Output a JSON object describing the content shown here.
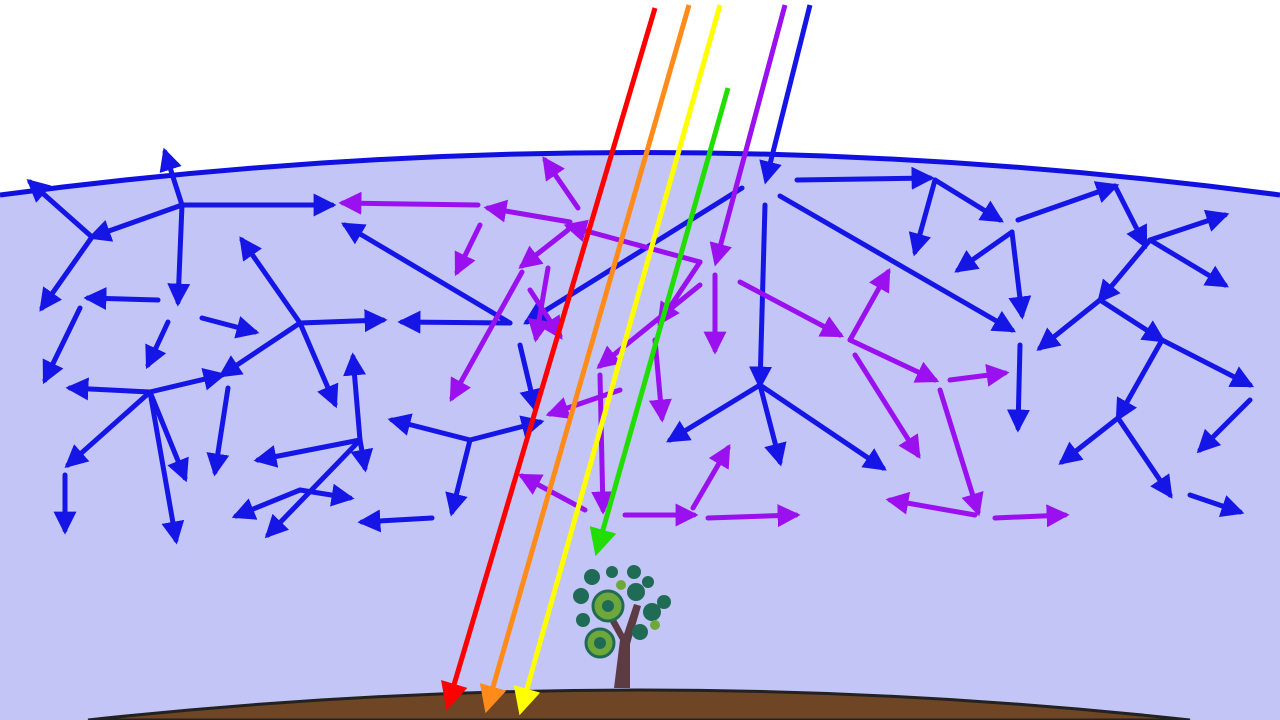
{
  "scene": {
    "colors": {
      "background": "#ffffff",
      "atmosphere": "#c3c5f6",
      "atmosphere_edge": "#1010e0",
      "ground": "#6e4525",
      "blue_scatter": "#1515e6",
      "violet_scatter": "#9a10ee",
      "ray_red": "#ff0000",
      "ray_orange": "#ff8c1a",
      "ray_yellow": "#ffff00",
      "ray_green": "#22dd00",
      "ray_violet": "#9a10ee",
      "ray_blue": "#1515e6",
      "tree_trunk": "#5c3b44",
      "tree_leaf_dark": "#1f6b55",
      "tree_leaf_light": "#6fa83a"
    },
    "icons": {
      "tree": "tree-icon"
    },
    "incoming_rays": [
      {
        "name": "red",
        "reaches": "ground"
      },
      {
        "name": "orange",
        "reaches": "ground"
      },
      {
        "name": "yellow",
        "reaches": "ground"
      },
      {
        "name": "green",
        "reaches": "tree"
      },
      {
        "name": "violet",
        "reaches": "scattered"
      },
      {
        "name": "blue",
        "reaches": "scattered"
      }
    ]
  }
}
